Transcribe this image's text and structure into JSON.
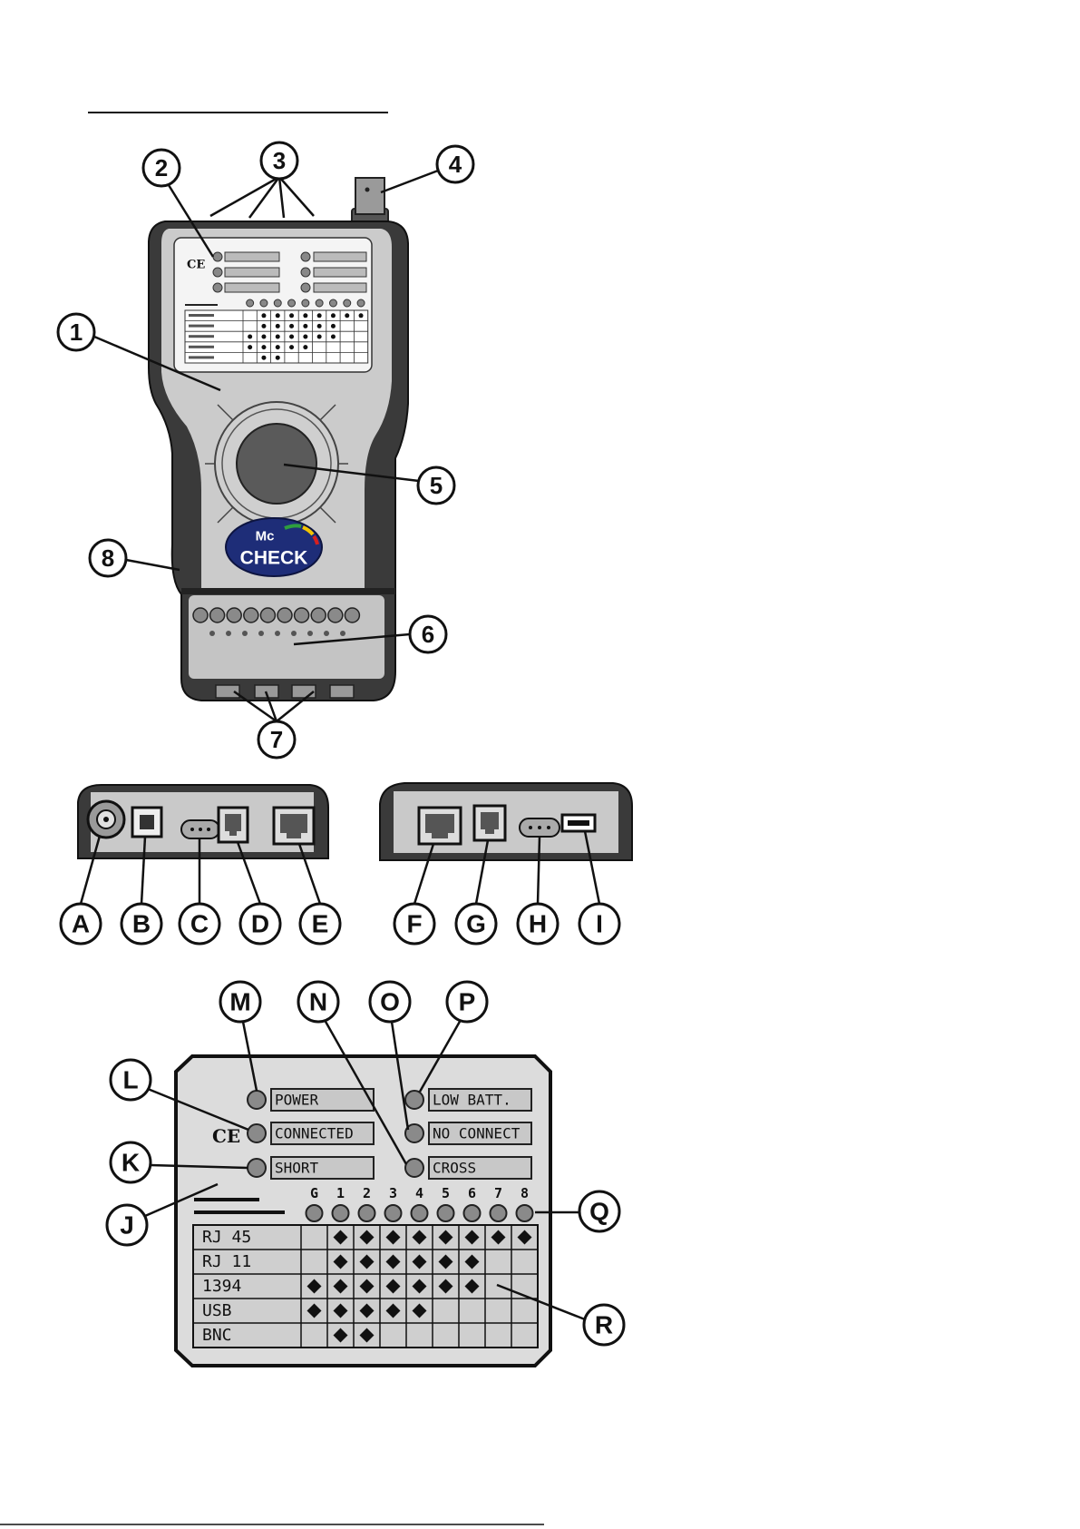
{
  "callouts": {
    "numbers": [
      "1",
      "2",
      "3",
      "4",
      "5",
      "6",
      "7",
      "8"
    ],
    "letters": [
      "A",
      "B",
      "C",
      "D",
      "E",
      "F",
      "G",
      "H",
      "I",
      "J",
      "K",
      "L",
      "M",
      "N",
      "O",
      "P",
      "Q",
      "R"
    ]
  },
  "ce_mark": "CE",
  "device": {
    "logo": {
      "top": "Mc",
      "bottom": "CHECK"
    }
  },
  "indicator_panel": {
    "leds_left": [
      "POWER",
      "CONNECTED",
      "SHORT"
    ],
    "leds_right": [
      "LOW BATT.",
      "NO CONNECT",
      "CROSS"
    ],
    "columns": [
      "G",
      "1",
      "2",
      "3",
      "4",
      "5",
      "6",
      "7",
      "8"
    ],
    "rows": [
      {
        "label": "RJ 45",
        "pins": [
          0,
          1,
          1,
          1,
          1,
          1,
          1,
          1,
          1
        ]
      },
      {
        "label": "RJ 11",
        "pins": [
          0,
          1,
          1,
          1,
          1,
          1,
          1,
          0,
          0
        ]
      },
      {
        "label": "1394",
        "pins": [
          1,
          1,
          1,
          1,
          1,
          1,
          1,
          0,
          0
        ]
      },
      {
        "label": "USB",
        "pins": [
          1,
          1,
          1,
          1,
          1,
          0,
          0,
          0,
          0
        ]
      },
      {
        "label": "BNC",
        "pins": [
          0,
          1,
          1,
          0,
          0,
          0,
          0,
          0,
          0
        ]
      }
    ]
  },
  "colors": {
    "body_dark": "#3a3a3a",
    "face": "#cbcbcb",
    "led": "#8a8a8a",
    "logo_blue": "#1e2d78"
  }
}
